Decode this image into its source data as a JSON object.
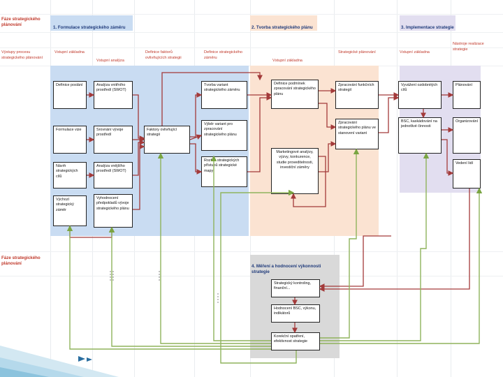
{
  "headers": {
    "faze_title": "Fáze strategického plánování",
    "faze_title2": "Fáze strategického plánování",
    "phase1": "1. Formulace strategického záměru",
    "phase2": "2. Tvorba strategického plánu",
    "phase3": "3. Implementace strategie",
    "phase4": "4. Měření a hodnocení výkonnosti strategie"
  },
  "column_labels": {
    "vystupy_procesu": "Výstupy procesu strategického plánování",
    "vstupni_zakladna_1": "Vstupní základna",
    "vstupni_analyza": "Vstupní analýza",
    "definice_faktoru": "Definice faktorů ovlivňujících strategii",
    "definice_zameru": "Definice strategického záměru",
    "vstupni_zakladna_2": "Vstupní základna",
    "strategicke_planovani": "Strategické plánování",
    "vstupni_zakladna_3": "Vstupní základna",
    "nastroje_strategie": "Nástroje realizace strategie"
  },
  "boxes": {
    "definice_poslani": "Definice poslání",
    "formulace_vize": "Formulace vize",
    "navrh_cilu": "Návrh strategických cílů",
    "vychozi_strategicky_zamer": "Výchozí strategický záměr",
    "analyza_vnitrniho": "Analýza vnitřního prostředí (SWOT)",
    "srovnani_vyvoje": "Srovnání vývoje prostředí",
    "analyza_vnejsiho": "Analýza vnějšího prostředí (SWOT)",
    "vyhodnoceni_predpokladu": "Vyhodnocení předpokladů vývoje strategického plánu",
    "faktory": "Faktory ovlivňující strategii",
    "tvorba_variant": "Tvorba variant strategického záměru",
    "vyber_varianty": "Výběr variant pro zpracování strategického plánu",
    "rozbor_zameru": "Rozbor strategických přístupů strategické mapy",
    "definice_cilu": "Definice podmínek zpracování strategického plánu",
    "marketingove": "Marketingové analýzy, výzvy, konkurence, studie proveditelnosti, investiční záměry",
    "zpracovani_funkcnich": "Zpracování funkčních strategií",
    "zpracovani_plan": "Zpracování strategického plánu ve stanovení variant",
    "vyvazeni": "Vyvážení ozdobnitých cílů",
    "bsc": "BSC, kaskádování na jednotlivé činnosti",
    "planovani": "Plánování",
    "organizovani": "Organizování",
    "vedeni_lidi": "Vedení lidí",
    "strategicky_kontroling": "Strategický kontroling, finanční...",
    "hodnoceni_bsc": "Hodnocení BSC, výkonu, indikátorů",
    "korekcni_opatreni": "Korekční opatření, efektivnost strategie"
  }
}
